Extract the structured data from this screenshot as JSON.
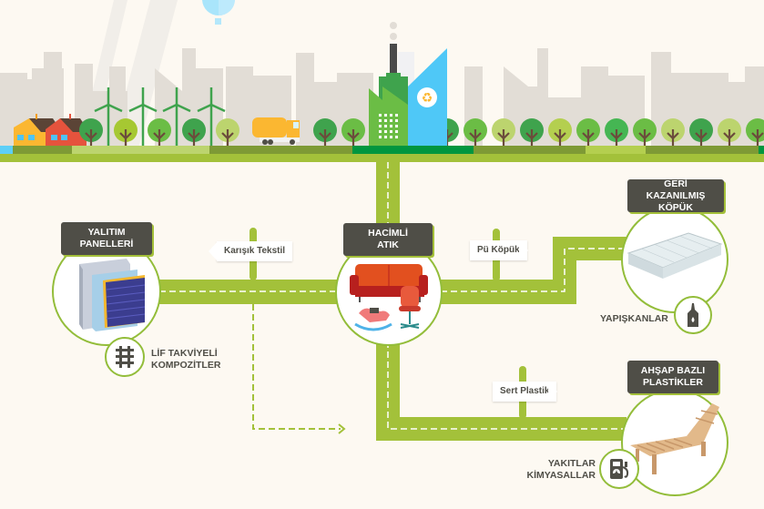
{
  "colors": {
    "background": "#fdf9f2",
    "road": "#a3c13a",
    "road_dash": "#ffffff",
    "label_box": "#4f4e47",
    "node_border": "#93bd3a",
    "skyline": "#e2ddd6",
    "ground_dark": "#7e9a35",
    "ground_light": "#bcd46e",
    "ground_green": "#00963f"
  },
  "scene": {
    "title": "Hacimli atık geri dönüşüm akışı"
  },
  "nodes": {
    "source": {
      "title_line1": "HACİMLİ",
      "title_line2": "ATIK",
      "icon": "furniture-icon"
    },
    "insulation": {
      "title_line1": "YALITIM",
      "title_line2": "PANELLERİ",
      "icon": "insulation-panel-icon"
    },
    "foam": {
      "title_line1": "GERİ KAZANILMIŞ",
      "title_line2": "KÖPÜK",
      "icon": "mattress-icon"
    },
    "wood_plastic": {
      "title_line1": "AHŞAP BAZLI",
      "title_line2": "PLASTİKLER",
      "icon": "sun-lounger-icon"
    }
  },
  "signs": {
    "textile": "Karışık Tekstil",
    "pu_foam": "Pü Köpük",
    "hard_plastic": "Sert Plastik"
  },
  "byproducts": {
    "composites": {
      "line1": "LİF TAKVİYELİ",
      "line2": "KOMPOZİTLER",
      "icon": "woven-fiber-icon"
    },
    "adhesives": {
      "line1": "YAPIŞKANLAR",
      "icon": "glue-bottle-icon"
    },
    "fuels": {
      "line1": "YAKITLAR",
      "line2": "KİMYASALLAR",
      "icon": "fuel-pump-icon"
    }
  }
}
